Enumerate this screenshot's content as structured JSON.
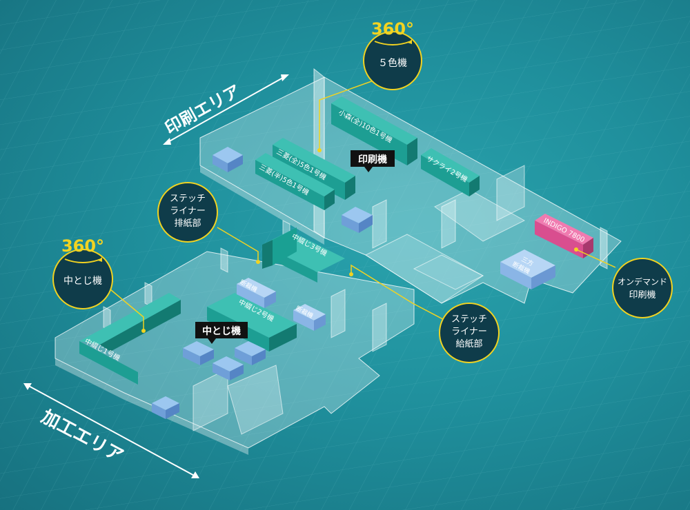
{
  "areas": {
    "print": "印刷エリア",
    "process": "加工エリア"
  },
  "badges": {
    "deg": "360°"
  },
  "callouts": {
    "five_color": "５色機",
    "saddle": "中とじ機",
    "stitch_out": [
      "ステッチ",
      "ライナー",
      "排紙部"
    ],
    "stitch_in": [
      "ステッチ",
      "ライナー",
      "給紙部"
    ],
    "on_demand": [
      "オンデマンド",
      "印刷機"
    ]
  },
  "tags": {
    "press": "印刷機",
    "saddle": "中とじ機"
  },
  "machines": {
    "komori": "小森(全)10色1号機",
    "sakurai": "サクライ2号機",
    "mitsubishi5": "三菱(全)5色1号機",
    "mitsubishi_half": "三菱(半)5色1号機",
    "indigo": "INDIGO 7800",
    "sanpo": [
      "三方",
      "断裁機"
    ],
    "nakatoji3": "中綴じ3号機",
    "nakatoji2": "中綴じ2号機",
    "nakatoji1": "中綴じ1号機",
    "danzai_a": "断裁機",
    "danzai_b": "断裁機"
  },
  "colors": {
    "accent": "#f2d321",
    "machine": "#1d9e93",
    "indigo": "#d94e8f",
    "badge": "#0f3c4a"
  }
}
